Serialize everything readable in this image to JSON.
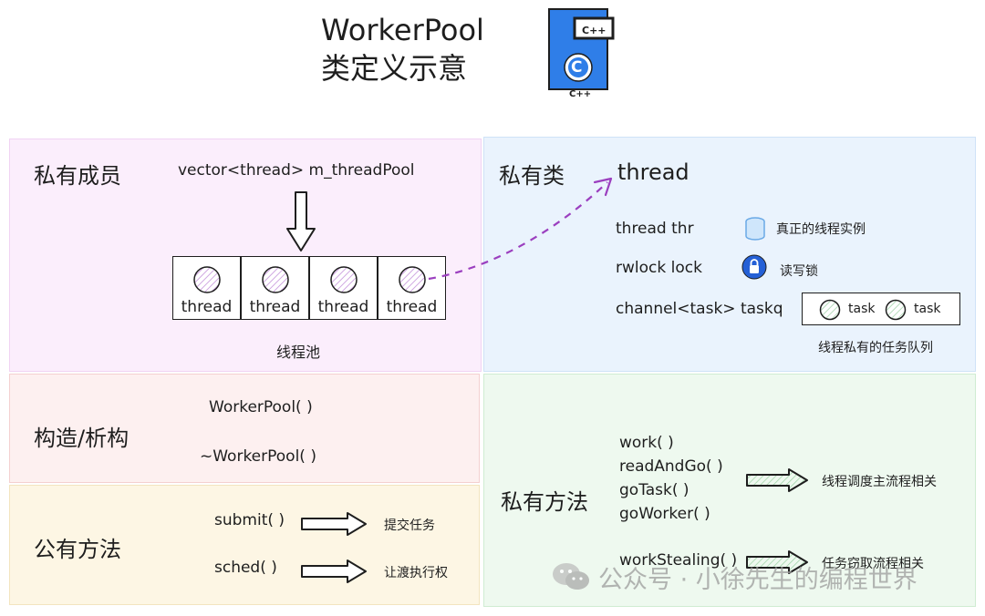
{
  "title": {
    "line1": "WorkerPool",
    "line2": "类定义示意"
  },
  "logo": {
    "tag": "C++",
    "badge": "C",
    "caption": "C++"
  },
  "private_members": {
    "heading": "私有成员",
    "field": "vector<thread> m_threadPool",
    "threads": [
      "thread",
      "thread",
      "thread",
      "thread"
    ],
    "caption": "线程池"
  },
  "private_class": {
    "heading": "私有类",
    "name": "thread",
    "fields": [
      {
        "code": "thread  thr",
        "note": "真正的线程实例",
        "icon": "cylinder-icon"
      },
      {
        "code": "rwlock lock",
        "note": "读写锁",
        "icon": "lock-icon"
      },
      {
        "code": "channel<task> taskq",
        "note": "",
        "icon": ""
      }
    ],
    "tasks": [
      "task",
      "task"
    ],
    "queue_caption": "线程私有的任务队列"
  },
  "ctor_dtor": {
    "heading": "构造/析构",
    "ctor": "WorkerPool( )",
    "dtor": "~WorkerPool( )"
  },
  "public_methods": {
    "heading": "公有方法",
    "items": [
      {
        "name": "submit( )",
        "note": "提交任务"
      },
      {
        "name": "sched( )",
        "note": "让渡执行权"
      }
    ]
  },
  "private_methods": {
    "heading": "私有方法",
    "group": [
      "work( )",
      "readAndGo( )",
      "goTask( )",
      "goWorker( )"
    ],
    "group_note": "线程调度主流程相关",
    "steal": "workStealing( )",
    "steal_note": "任务窃取流程相关"
  },
  "watermark": "公众号 · 小徐先生的编程世界",
  "colors": {
    "members_bg": "#fbeefc",
    "members_border": "#f1d3f3",
    "class_bg": "#eaf3fd",
    "class_border": "#cfe2f7",
    "ctor_bg": "#fdf0f0",
    "ctor_border": "#f4d0d0",
    "public_bg": "#fdf6e4",
    "public_border": "#f3e4bf",
    "privmeth_bg": "#eef9ef",
    "privmeth_border": "#cfecd2",
    "dashed_arrow": "#9b3fbf",
    "logo_blue": "#2f7ee8"
  }
}
